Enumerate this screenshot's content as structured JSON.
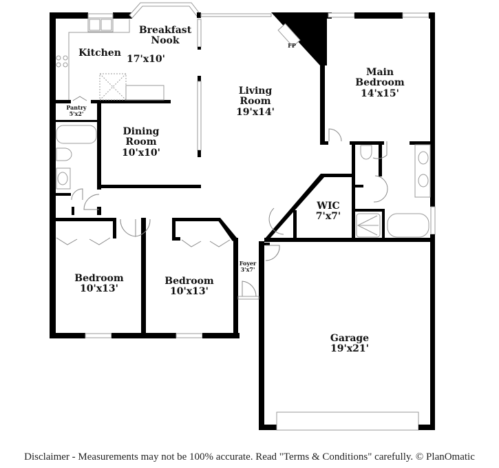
{
  "floorplan": {
    "rooms": [
      {
        "id": "breakfast-nook",
        "name": "Breakfast\nNook",
        "name_lines": [
          "Breakfast",
          "Nook"
        ],
        "dims": ""
      },
      {
        "id": "kitchen",
        "name_lines": [
          "Kitchen"
        ],
        "dims": "17'x10'"
      },
      {
        "id": "living-room",
        "name_lines": [
          "Living",
          "Room"
        ],
        "dims": "19'x14'"
      },
      {
        "id": "main-bedroom",
        "name_lines": [
          "Main",
          "Bedroom"
        ],
        "dims": "14'x15'"
      },
      {
        "id": "pantry",
        "name_lines": [
          "Pantry"
        ],
        "dims": "5'x2'"
      },
      {
        "id": "dining-room",
        "name_lines": [
          "Dining",
          "Room"
        ],
        "dims": "10'x10'"
      },
      {
        "id": "wic",
        "name_lines": [
          "WIC"
        ],
        "dims": "7'x7'"
      },
      {
        "id": "foyer",
        "name_lines": [
          "Foyer"
        ],
        "dims": "3'x7'"
      },
      {
        "id": "bedroom-1",
        "name_lines": [
          "Bedroom"
        ],
        "dims": "10'x13'"
      },
      {
        "id": "bedroom-2",
        "name_lines": [
          "Bedroom"
        ],
        "dims": "10'x13'"
      },
      {
        "id": "garage",
        "name_lines": [
          "Garage"
        ],
        "dims": "19'x21'"
      }
    ],
    "annotations": {
      "fireplace": "FP"
    }
  },
  "labels": {
    "breakfast": {
      "l1": "Breakfast",
      "l2": "Nook"
    },
    "kitchen": {
      "l1": "Kitchen",
      "dims": "17'x10'"
    },
    "living": {
      "l1": "Living",
      "l2": "Room",
      "dims": "19'x14'"
    },
    "main_bed": {
      "l1": "Main",
      "l2": "Bedroom",
      "dims": "14'x15'"
    },
    "pantry": {
      "l1": "Pantry",
      "dims": "5'x2'"
    },
    "dining": {
      "l1": "Dining",
      "l2": "Room",
      "dims": "10'x10'"
    },
    "wic": {
      "l1": "WIC",
      "dims": "7'x7'"
    },
    "foyer": {
      "l1": "Foyer",
      "dims": "3'x7'"
    },
    "bed1": {
      "l1": "Bedroom",
      "dims": "10'x13'"
    },
    "bed2": {
      "l1": "Bedroom",
      "dims": "10'x13'"
    },
    "garage": {
      "l1": "Garage",
      "dims": "19'x21'"
    },
    "fp": "FP"
  },
  "footer": {
    "disclaimer": "Disclaimer - Measurements may not be 100% accurate. Read \"Terms & Conditions\" carefully. © PlanOmatic"
  }
}
